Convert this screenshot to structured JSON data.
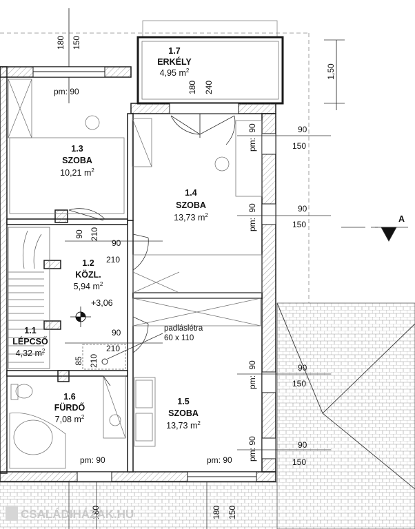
{
  "rooms": [
    {
      "id": "1.7",
      "name": "ERKÉLY",
      "area_num": "4,95",
      "area_unit": "m",
      "area_sup": "2"
    },
    {
      "id": "1.3",
      "name": "SZOBA",
      "area_num": "10,21",
      "area_unit": "m",
      "area_sup": "2"
    },
    {
      "id": "1.4",
      "name": "SZOBA",
      "area_num": "13,73",
      "area_unit": "m",
      "area_sup": "2"
    },
    {
      "id": "1.2",
      "name": "KÖZL.",
      "area_num": "5,94",
      "area_unit": "m",
      "area_sup": "2"
    },
    {
      "id": "1.1",
      "name": "LÉPCSŐ",
      "area_num": "4,32",
      "area_unit": "m",
      "area_sup": "2"
    },
    {
      "id": "1.6",
      "name": "FÜRDŐ",
      "area_num": "7,08",
      "area_unit": "m",
      "area_sup": "2"
    },
    {
      "id": "1.5",
      "name": "SZOBA",
      "area_num": "13,73",
      "area_unit": "m",
      "area_sup": "2"
    }
  ],
  "dims": {
    "top_180": "180",
    "top_150": "150",
    "bal_180": "180",
    "bal_240": "240",
    "level_150": "1,50",
    "pm_90": "pm: 90",
    "pm": "pm:",
    "v90": "90",
    "v150": "150",
    "v210": "210",
    "v85": "85",
    "bot_180": "180",
    "bot_150": "150"
  },
  "level_mark": "+3,06",
  "ladder": {
    "label": "padláslétra",
    "size": "60 x 110"
  },
  "section_mark": "A",
  "watermark": "CSALÁDIHÁZAK.HU",
  "colors": {
    "line": "#1a1a1a",
    "thin": "#555555",
    "fill_light": "#f3f3f3"
  }
}
